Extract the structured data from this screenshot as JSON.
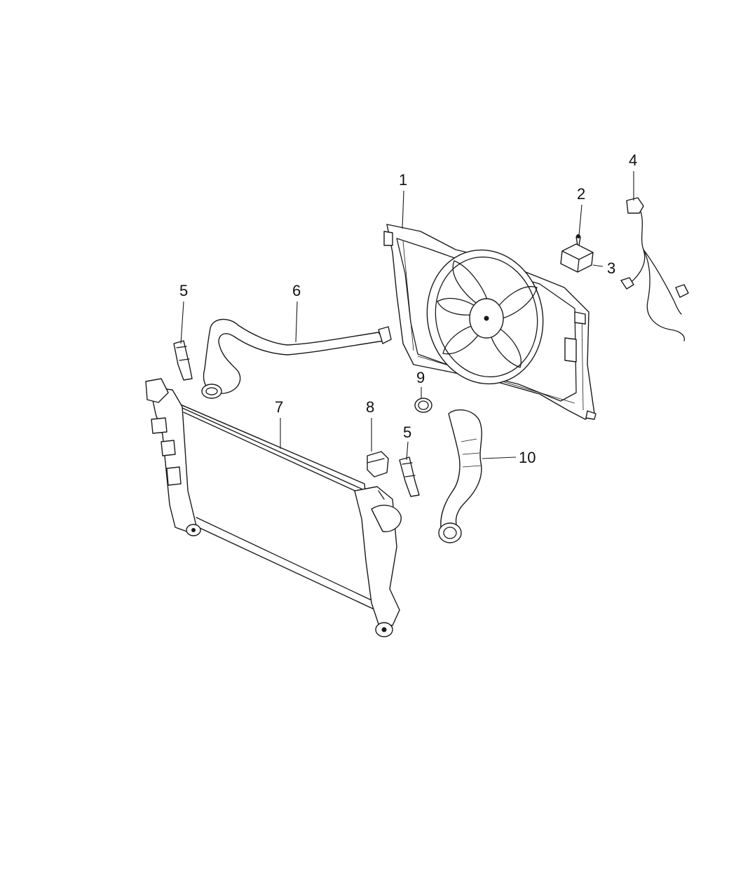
{
  "callouts": {
    "c1": "1",
    "c2": "2",
    "c3": "3",
    "c4": "4",
    "c5a": "5",
    "c5b": "5",
    "c6": "6",
    "c7": "7",
    "c8": "8",
    "c9": "9",
    "c10": "10"
  },
  "colors": {
    "ink": "#1a1a1a",
    "background": "#ffffff"
  }
}
